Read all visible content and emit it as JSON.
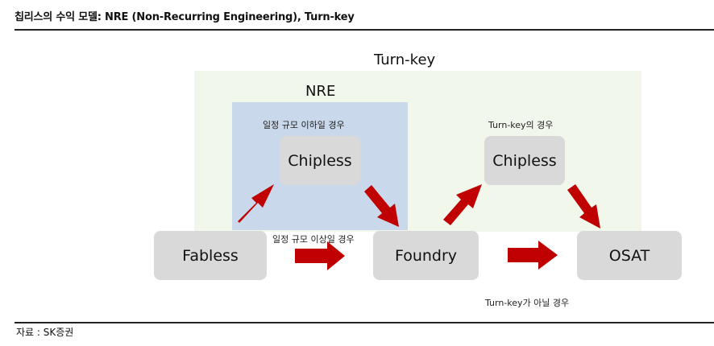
{
  "header": {
    "title": "칩리스의 수익 모델: NRE (Non-Recurring Engineering), Turn-key"
  },
  "footer": {
    "source": "자료 : SK증권"
  },
  "diagram": {
    "turnkey_label": "Turn-key",
    "nre_label": "NRE",
    "nodes": {
      "fabless": "Fabless",
      "chipless_nre": "Chipless",
      "foundry": "Foundry",
      "chipless_turnkey": "Chipless",
      "osat": "OSAT"
    },
    "captions": {
      "below_threshold": "일정 규모 이하일 경우",
      "above_threshold": "일정 규모 이상일 경우",
      "turnkey_case": "Turn-key의 경우",
      "not_turnkey_case": "Turn-key가 아닐 경우"
    },
    "colors": {
      "arrow": "#c00000",
      "node_fill": "#d9d9d9",
      "nre_region": "#c9d8ea",
      "turnkey_region": "#f2f7ec"
    }
  }
}
